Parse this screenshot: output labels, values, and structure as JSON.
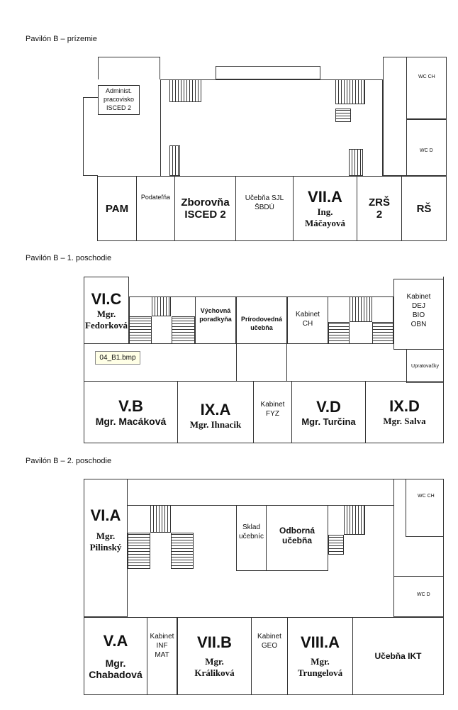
{
  "floors": [
    {
      "title": "Pavilón B – prízemie",
      "rooms": {
        "admin": "Administ. pracovisko ISCED 2",
        "pam": "PAM",
        "podatelna": "Podateľňa",
        "zborovna1": "Zborovňa",
        "zborovna2": "ISCED 2",
        "sjl1": "Učebňa SJL",
        "sjl2": "ŠBDÚ",
        "vii_a": "VII.A",
        "vii_a_t1": "Ing.",
        "vii_a_t2": "Máčayová",
        "zrs1": "ZRŠ",
        "zrs2": "2",
        "rs": "RŠ",
        "wcch": "WC CH",
        "wcd": "WC D"
      }
    },
    {
      "title": "Pavilón B – 1. poschodie",
      "rooms": {
        "vi_c": "VI.C",
        "vi_c_t1": "Mgr.",
        "vi_c_t2": "Fedorková",
        "vych1": "Výchovná",
        "vych2": "poradkyňa",
        "prir1": "Prírodovedná",
        "prir2": "učebňa",
        "kch1": "Kabinet",
        "kch2": "CH",
        "kdej1": "Kabinet",
        "kdej2": "DEJ",
        "kdej3": "BIO",
        "kdej4": "OBN",
        "uprat": "Upratovačky",
        "v_b": "V.B",
        "v_b_t": "Mgr. Macáková",
        "ix_a": "IX.A",
        "ix_a_t": "Mgr. Ihnacik",
        "kfyz1": "Kabinet",
        "kfyz2": "FYZ",
        "v_d": "V.D",
        "v_d_t": "Mgr. Turčina",
        "ix_d": "IX.D",
        "ix_d_t": "Mgr. Salva"
      },
      "tooltip": "04_B1.bmp"
    },
    {
      "title": "Pavilón B – 2. poschodie",
      "rooms": {
        "vi_a": "VI.A",
        "vi_a_t1": "Mgr.",
        "vi_a_t2": "Pilinský",
        "sklad1": "Sklad",
        "sklad2": "učebníc",
        "odb1": "Odborná",
        "odb2": "učebňa",
        "wcch": "WC CH",
        "wcd": "WC D",
        "v_a": "V.A",
        "v_a_t1": "Mgr.",
        "v_a_t2": "Chabadová",
        "kinf1": "Kabinet",
        "kinf2": "INF",
        "kinf3": "MAT",
        "vii_b": "VII.B",
        "vii_b_t1": "Mgr.",
        "vii_b_t2": "Králiková",
        "kgeo1": "Kabinet",
        "kgeo2": "GEO",
        "viii_a": "VIII.A",
        "viii_a_t1": "Mgr.",
        "viii_a_t2": "Trungelová",
        "ikt": "Učebňa IKT"
      }
    }
  ]
}
